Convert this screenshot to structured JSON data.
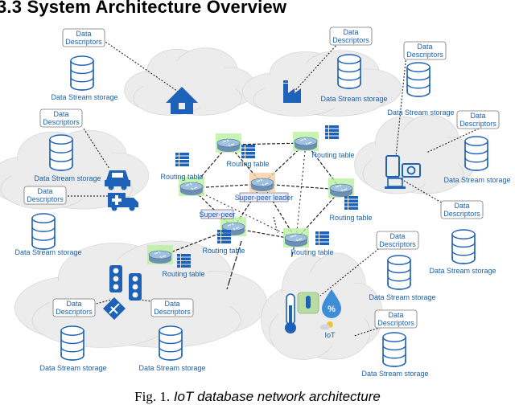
{
  "heading": "3.3 System Architecture Overview",
  "caption": {
    "fig": "Fig. 1.",
    "text": "IoT database network architecture"
  },
  "labels": {
    "data": "Data",
    "descriptors": "Descriptors",
    "storage": "Data Stream storage",
    "routing": "Routing table",
    "super_peer": "Super-peer",
    "super_peer_leader": "Super-peer leader",
    "iot": "IoT"
  },
  "colors": {
    "icon_blue": "#1d62b8",
    "cloud": "#ececec",
    "router_glow": "#b9f0a0",
    "leader_glow": "#f5cfa8",
    "link": "#222222"
  },
  "icons": [
    "house-icon",
    "factory-icon",
    "car-icon",
    "ambulance-icon",
    "smartphone-icon",
    "camera-icon",
    "laptop-icon",
    "traffic-light-icon",
    "junction-sign-icon",
    "thermometer-icon",
    "humidity-icon",
    "weather-icon"
  ]
}
